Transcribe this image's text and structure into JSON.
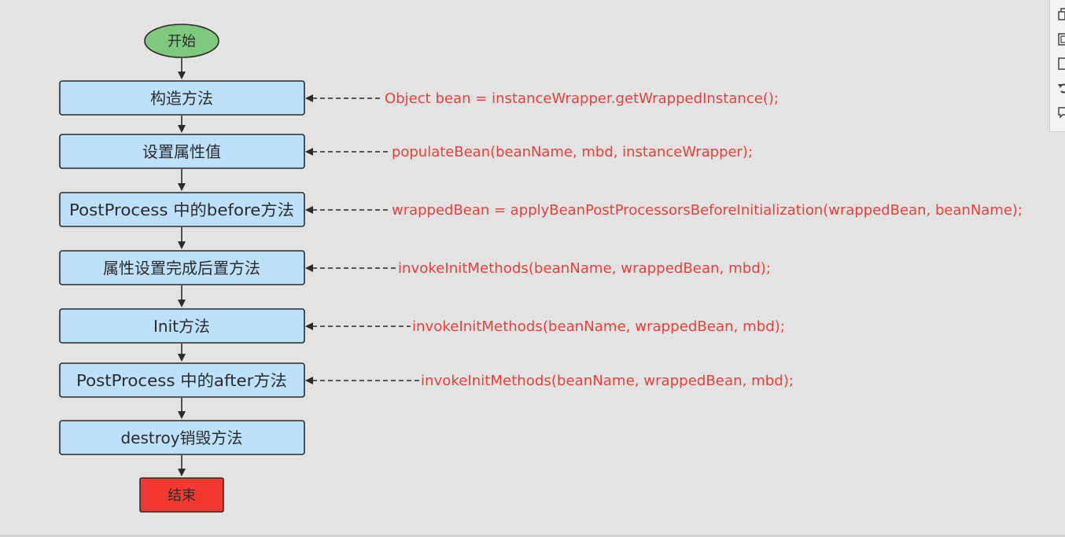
{
  "diagram": {
    "start": {
      "label": "开始"
    },
    "end": {
      "label": "结束"
    },
    "steps": [
      {
        "label": "构造方法",
        "annotation": "Object bean = instanceWrapper.getWrappedInstance();"
      },
      {
        "label": "设置属性值",
        "annotation": "populateBean(beanName, mbd, instanceWrapper);"
      },
      {
        "label": "PostProcess 中的before方法",
        "annotation": "wrappedBean = applyBeanPostProcessorsBeforeInitialization(wrappedBean, beanName);"
      },
      {
        "label": "属性设置完成后置方法",
        "annotation": "invokeInitMethods(beanName, wrappedBean, mbd);"
      },
      {
        "label": "Init方法",
        "annotation": "invokeInitMethods(beanName, wrappedBean, mbd);"
      },
      {
        "label": "PostProcess 中的after方法",
        "annotation": "invokeInitMethods(beanName, wrappedBean, mbd);"
      },
      {
        "label": "destroy销毁方法",
        "annotation": ""
      }
    ],
    "colors": {
      "start_fill": "#7fc97f",
      "step_fill": "#bde0fb",
      "end_fill": "#f43a30",
      "annotation_text": "#e8403a",
      "connector": "#2b2b2b"
    }
  },
  "toolbar": {
    "icons": [
      "copy-icon",
      "page-icon",
      "blank-page-icon",
      "undo-icon",
      "comment-icon"
    ]
  }
}
